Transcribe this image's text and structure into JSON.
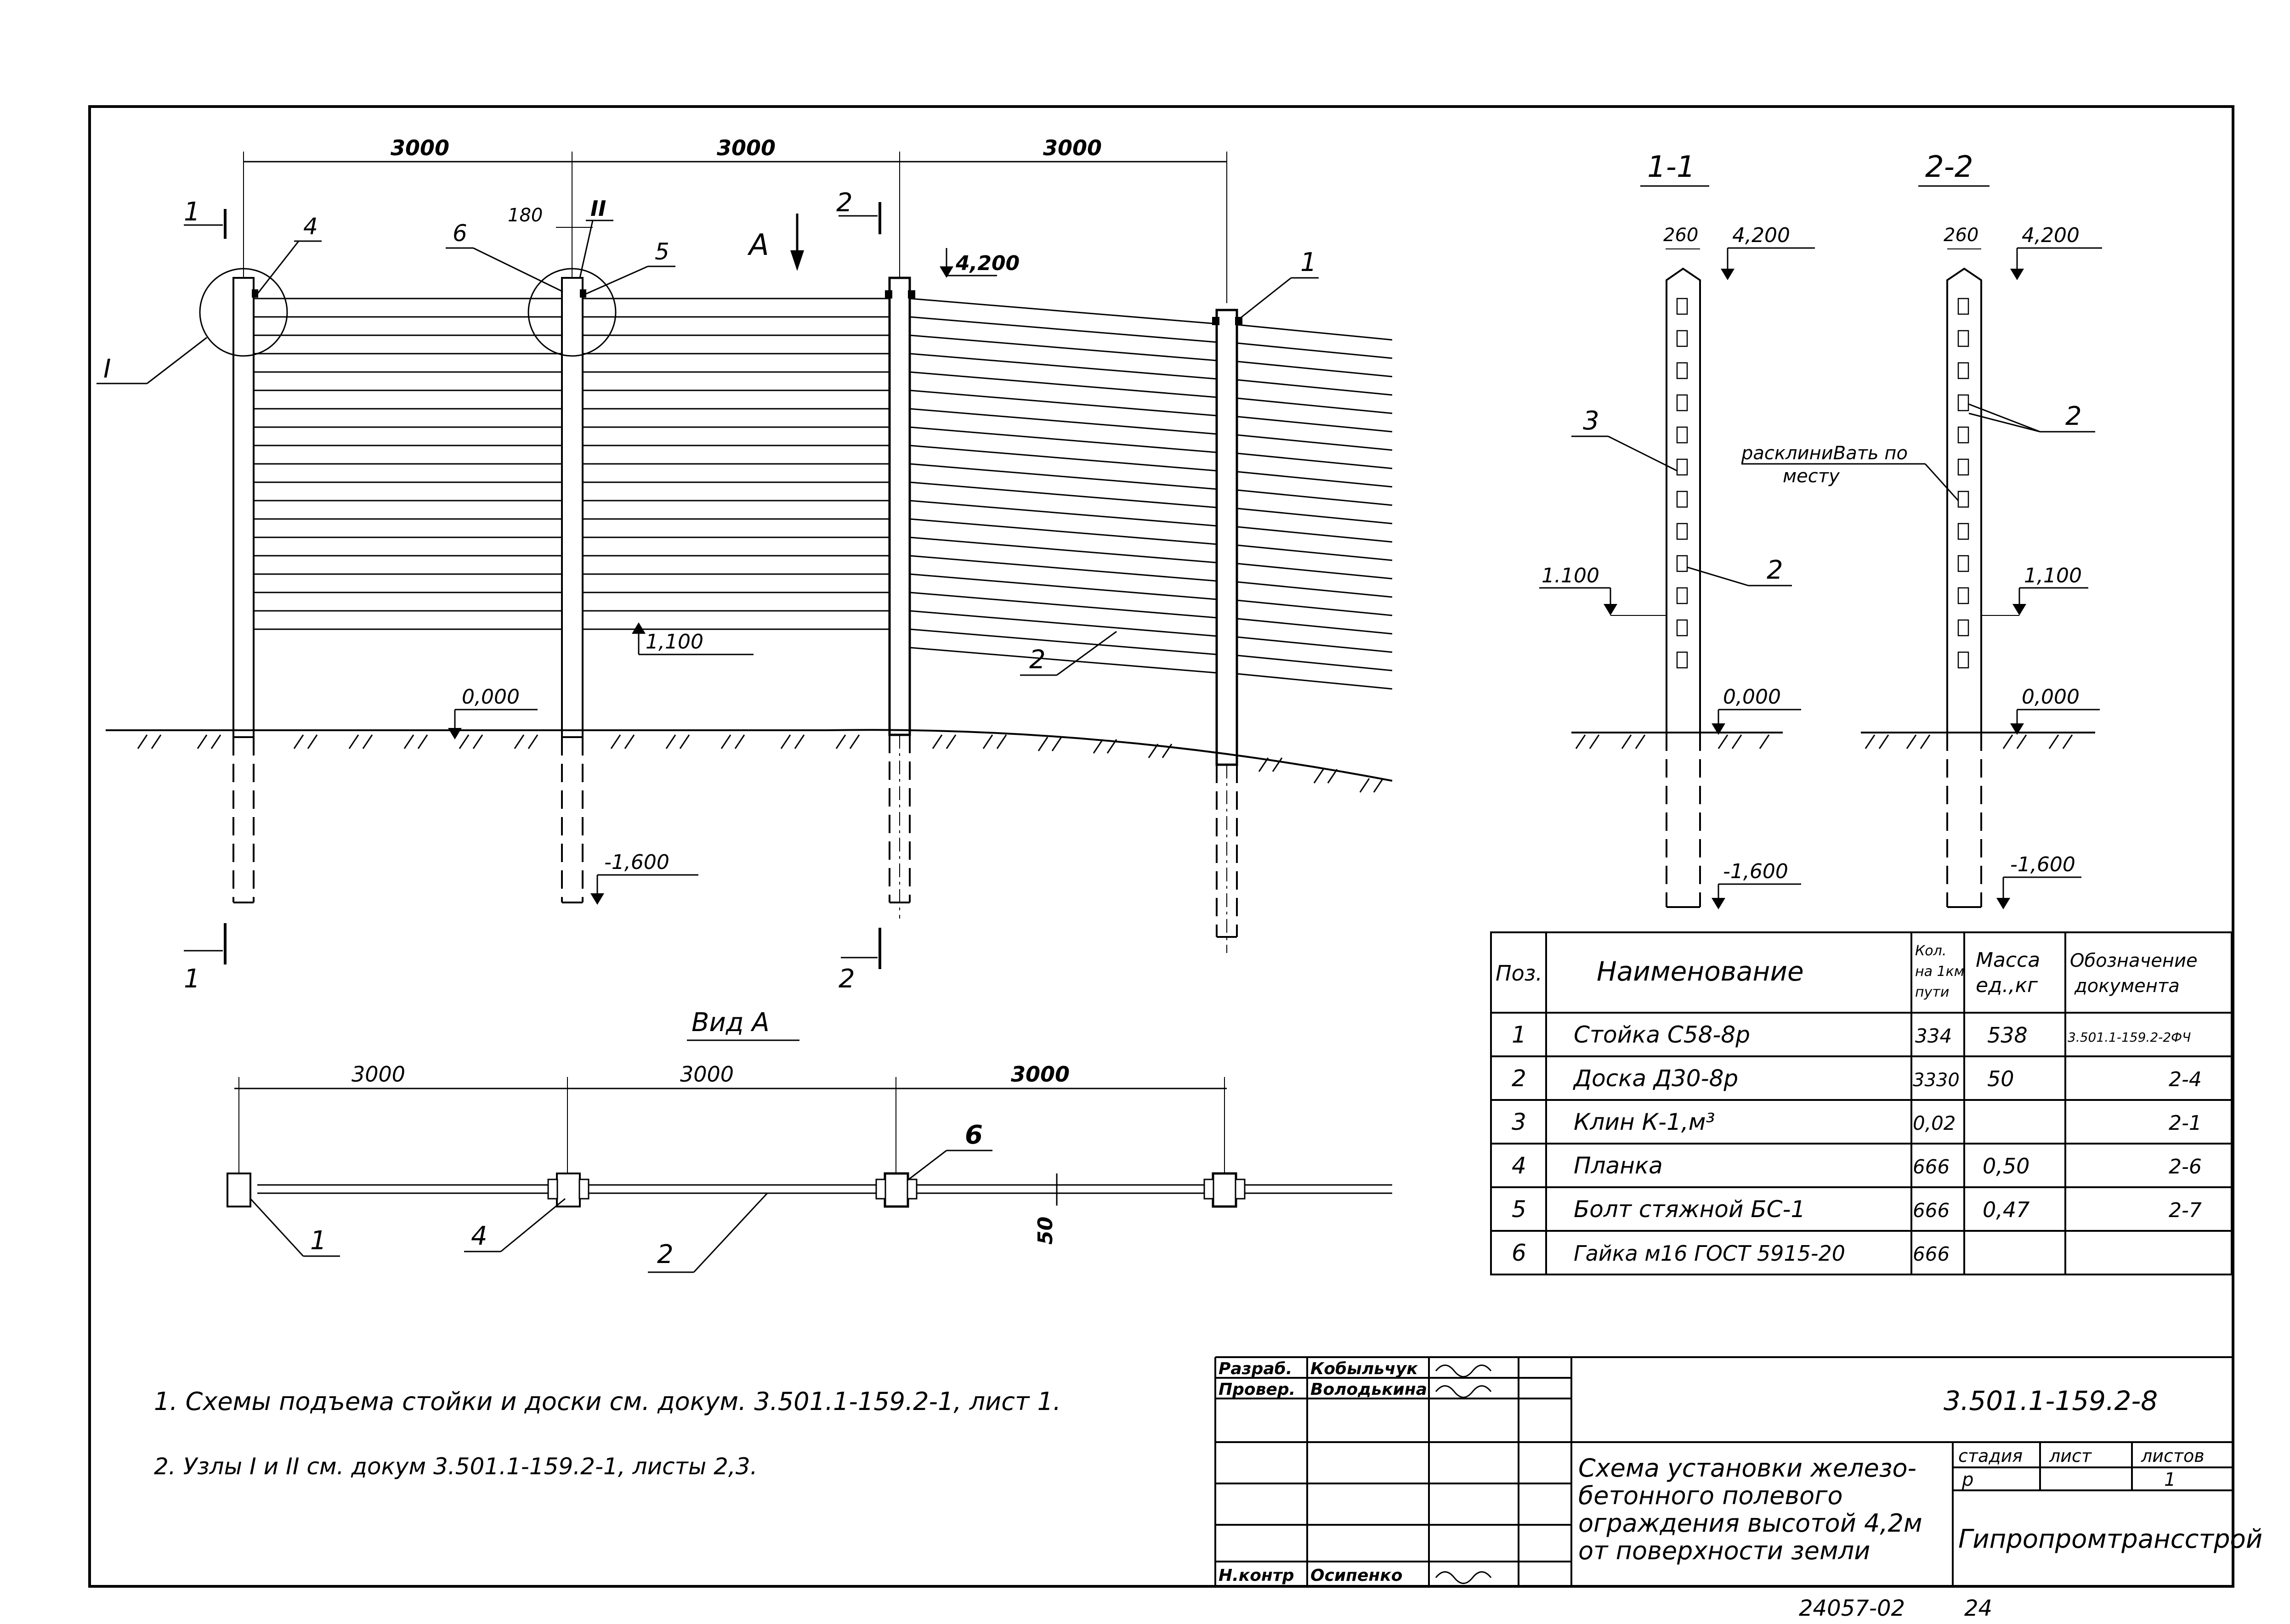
{
  "elevation": {
    "spans": [
      "3000",
      "3000",
      "3000"
    ],
    "post_width": "180",
    "levels": {
      "top": "4,200",
      "mid": "1,100",
      "ground": "0,000",
      "bottom": "-1,600"
    },
    "section_marks": [
      "1",
      "1",
      "2",
      "2"
    ],
    "view_arrow": "А",
    "node_labels": [
      "I",
      "II"
    ],
    "callouts": [
      "4",
      "6",
      "5",
      "1",
      "2"
    ]
  },
  "section_1_1": {
    "title": "1-1",
    "width": "260",
    "levels": {
      "top": "4,200",
      "mid": "1.100",
      "ground": "0,000",
      "bottom": "-1,600"
    },
    "callouts": [
      "3",
      "2"
    ]
  },
  "section_2_2": {
    "title": "2-2",
    "width": "260",
    "levels": {
      "top": "4,200",
      "mid": "1,100",
      "ground": "0,000",
      "bottom": "-1,600"
    },
    "note_line1": "расклиниВать по",
    "note_line2": "месту",
    "callouts": [
      "2"
    ]
  },
  "view_a": {
    "title": "Вид А",
    "spans": [
      "3000",
      "3000",
      "3000"
    ],
    "thickness": "50",
    "callouts": [
      "1",
      "4",
      "2",
      "6"
    ]
  },
  "spec_table": {
    "headers": [
      "Поз.",
      "Наименование",
      "Кол. на 1км пути",
      "Масса ед.,кг",
      "Обозначение документа"
    ],
    "header_qty_lines": [
      "Кол.",
      "на 1км",
      "пути"
    ],
    "header_mass_lines": [
      "Масса",
      "ед.,кг"
    ],
    "header_doc_lines": [
      "Обозначение",
      "документа"
    ],
    "rows": [
      {
        "pos": "1",
        "name": "Стойка  С58-8р",
        "qty": "334",
        "mass": "538",
        "doc": "3.501.1-159.2-2ФЧ"
      },
      {
        "pos": "2",
        "name": "Доска   Д30-8р",
        "qty": "3330",
        "mass": "50",
        "doc": "2-4"
      },
      {
        "pos": "3",
        "name": "Клин  К-1,м³",
        "qty": "0,02",
        "mass": "",
        "doc": "2-1"
      },
      {
        "pos": "4",
        "name": "Планка",
        "qty": "666",
        "mass": "0,50",
        "doc": "2-6"
      },
      {
        "pos": "5",
        "name": "Болт стяжной БС-1",
        "qty": "666",
        "mass": "0,47",
        "doc": "2-7"
      },
      {
        "pos": "6",
        "name": "Гайка м16 ГОСТ 5915-20",
        "qty": "666",
        "mass": "",
        "doc": ""
      }
    ]
  },
  "notes": [
    "1. Схемы подъема стойки и доски см. докум. 3.501.1-159.2-1, лист 1.",
    "2. Узлы I и II см. докум 3.501.1-159.2-1, листы 2,3."
  ],
  "title_block": {
    "roles": [
      {
        "role": "Разраб.",
        "name": "Кобыльчук"
      },
      {
        "role": "Провер.",
        "name": "Володькина"
      },
      {
        "role": "Н.контр",
        "name": "Осипенко"
      }
    ],
    "doc_code": "3.501.1-159.2-8",
    "title_lines": [
      "Схема установки железо-",
      "бетонного полевого",
      "ограждения высотой 4,2м",
      "от поверхности земли"
    ],
    "stage_label": "стадия",
    "sheet_label": "лист",
    "sheets_label": "листов",
    "stage": "р",
    "sheets": "1",
    "org": "Гипропромтрансстрой"
  },
  "footer": {
    "archive_no": "24057-02",
    "page": "24"
  }
}
